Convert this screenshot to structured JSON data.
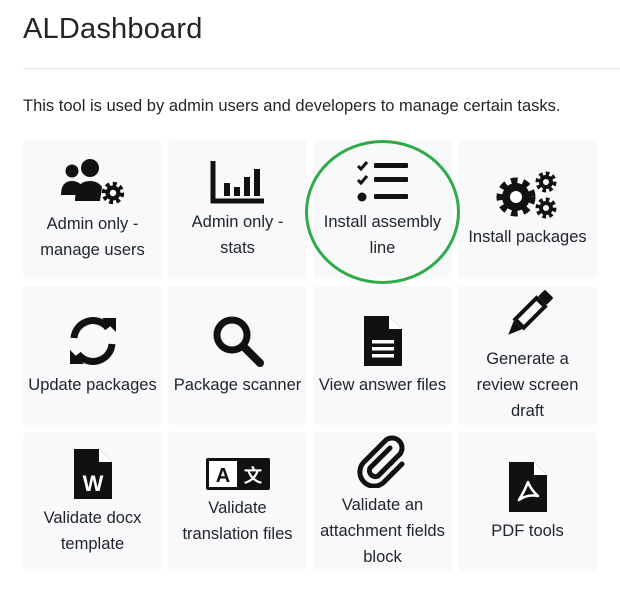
{
  "header": {
    "title": "ALDashboard"
  },
  "description": "This tool is used by admin users and developers to manage certain tasks.",
  "tiles": [
    {
      "icon": "users-cog-icon",
      "label": "Admin only - manage users"
    },
    {
      "icon": "chart-bar-icon",
      "label": "Admin only - stats"
    },
    {
      "icon": "tasks-list-icon",
      "label": "Install assembly line"
    },
    {
      "icon": "gears-icon",
      "label": "Install packages"
    },
    {
      "icon": "sync-icon",
      "label": "Update packages"
    },
    {
      "icon": "search-icon",
      "label": "Package scanner"
    },
    {
      "icon": "file-text-icon",
      "label": "View answer files"
    },
    {
      "icon": "pencil-icon",
      "label": "Generate a review screen draft"
    },
    {
      "icon": "file-word-icon",
      "label": "Validate docx template"
    },
    {
      "icon": "language-icon",
      "label": "Validate translation files"
    },
    {
      "icon": "paperclip-icon",
      "label": "Validate an attachment fields block"
    },
    {
      "icon": "file-pdf-icon",
      "label": "PDF tools"
    }
  ],
  "icon_glyphs": {
    "file_word_letter": "W",
    "language_left": "A",
    "language_right": "文"
  },
  "colors": {
    "tile_bg": "#f8f9fa",
    "icon": "#111111",
    "highlight": "#2eaa4a",
    "text": "#212529"
  }
}
